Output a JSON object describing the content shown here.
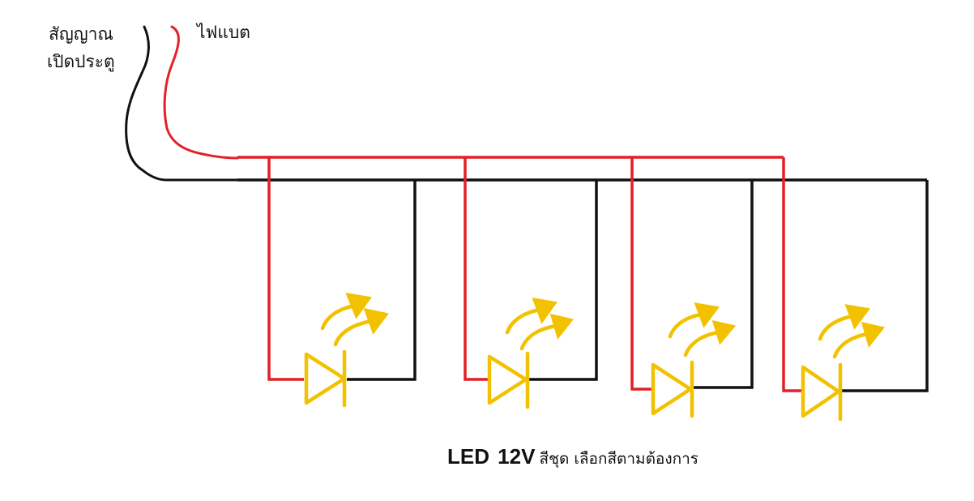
{
  "labels": {
    "signal_line1": "สัญญาณ",
    "signal_line2": "เปิดประตู",
    "battery": "ไฟแบต"
  },
  "caption": {
    "bold_part1": "LED",
    "bold_part2": "12V",
    "rest": "สีชุด เลือกสีตามต้องการ"
  },
  "colors": {
    "positive_wire": "#e32028",
    "negative_wire": "#111111",
    "led": "#f2c100"
  },
  "icons": [
    "led-symbol-icon",
    "light-emission-arrows-icon"
  ],
  "led_count": 4
}
